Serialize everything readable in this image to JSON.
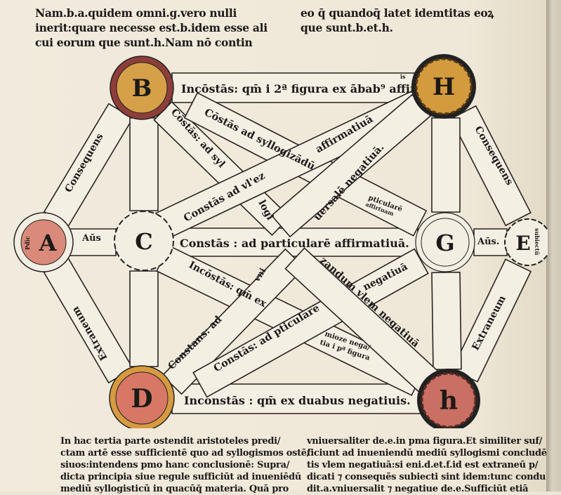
{
  "top_text": {
    "left_lines": [
      "Nam.b.a.quidem omni.g.vero nulli",
      "inerit:quare necesse est.b.idem esse ali",
      "cui eorum que sunt.h.Nam nō contin"
    ],
    "right_lines": [
      "eo q̄ quandoq̄ latet idemtitas eoꝝ",
      "que sunt.b.et.h."
    ]
  },
  "diagram": {
    "nodes": {
      "b": "B",
      "h_top": "H",
      "a": "A",
      "c": "C",
      "g": "G",
      "e": "E",
      "d": "D",
      "h_bottom": "h"
    },
    "node_colors": {
      "b": "#d6a048",
      "b_ring": "#8e3e3a",
      "h_top": "#d49a3e",
      "a": "#d98a7a",
      "d": "#d77766",
      "d_ring": "#d69a40",
      "h_bottom": "#c96f63"
    },
    "side_labels": {
      "a_small": "Pdīc",
      "e_small": "subiectū",
      "a_ans": "Aūs",
      "g_ans": "Aūs."
    },
    "bands": {
      "top": "Incōstās: qm̄ i 2ª figura ex ābab⁹ affir",
      "top_sup": "is",
      "middle": "Constās : ad particularē affirmatiuā.",
      "bottom": "Inconstās : qm̄ ex duabus negatiuis.",
      "left_upper": "Consequens",
      "left_lower": "Extraneum",
      "right_upper": "Consequens",
      "right_lower": "Extraneum",
      "u1": "Cōstās: ad syl",
      "u1b": "logi",
      "u2": "Cōstās ad syllogizādū",
      "u3": "Constās ad vl'ez",
      "u3b": "affirmatiuā",
      "u4": "uersalē negatiuā.",
      "u5a": "pticularē",
      "u5b": "affirtuam",
      "l1": "Incōstās: qm̄ ex",
      "l1b": "vni",
      "l2": "Constans: ad",
      "l3": "Constās: ad pticularē",
      "l3b": "negatiuā",
      "l4": "zandum vlem negatiuā",
      "l5a": "mioze nega/",
      "l5b": "tia i pª figura"
    }
  },
  "bottom_text": {
    "left_lines": [
      "In hac tertia parte ostendit aristoteles predi/",
      "ctam artē esse sufficientē quo ad syllogismos ostē/",
      "siuos:intendens pmo hanc conclusionē: Supra/",
      "dicta principia siue regule sufficiūt ad inueniēdū",
      "mediū syllogisticū in quacūq̄ materia. Quā pro"
    ],
    "right_lines": [
      "vniuersaliter de.e.in pma figura.Et similiter suf/",
      "ficiunt ad inueniendū mediū syllogismi concludē",
      "tis vlem negatiuā:si eni.d.et.f.id est extraneū p/",
      "dicati ⁊ consequēs subiecti sint idem:tunc condu",
      "dit.a.vniuersalit ⁊ negatiue de.e.Sufficiūt etiā"
    ]
  }
}
